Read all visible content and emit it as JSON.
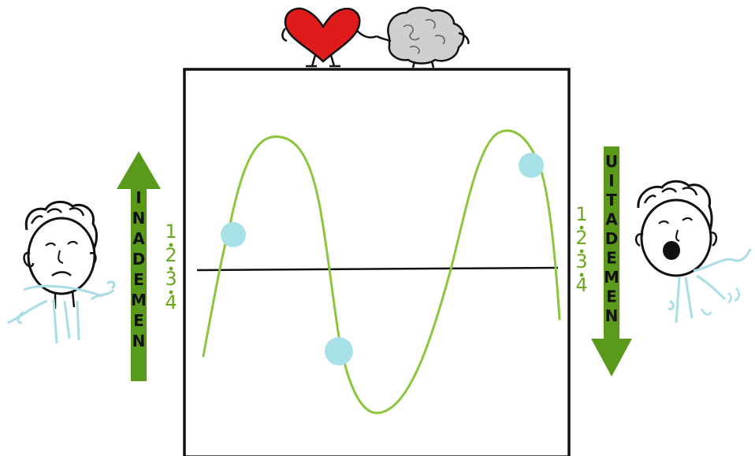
{
  "left_arrow": {
    "label": "INADEMEN",
    "counts": [
      "1",
      "2",
      "3",
      "4"
    ]
  },
  "right_arrow": {
    "label": "UITADEMEN",
    "counts": [
      "1",
      "2",
      "3",
      "4"
    ]
  },
  "colors": {
    "wave": "#8cc63f",
    "arrow": "#5a9a1a",
    "count": "#6aa81e",
    "dot": "#a8e0e8",
    "breath": "#a8dde6",
    "heart": "#e01b1b",
    "brain": "#cfcfcf"
  },
  "icons": [
    "heart-icon",
    "brain-icon",
    "inhaling-person-icon",
    "exhaling-person-icon"
  ]
}
